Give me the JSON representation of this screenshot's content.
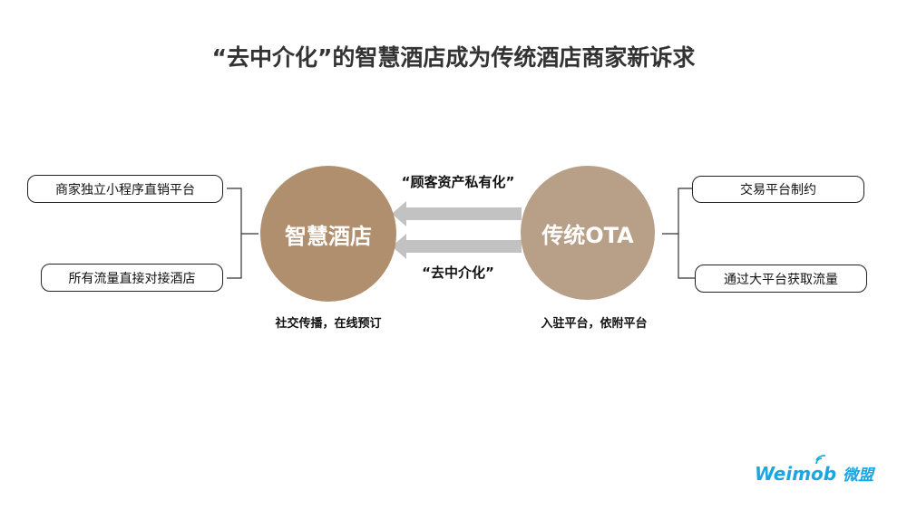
{
  "title": "“去中介化”的智慧酒店成为传统酒店商家新诉求",
  "left": {
    "circle_label": "智慧酒店",
    "items": [
      "商家独立小程序直销平台",
      "所有流量直接对接酒店"
    ],
    "caption": "社交传播，在线预订",
    "color": "#b08f6e"
  },
  "right": {
    "circle_label": "传统OTA",
    "items": [
      "交易平台制约",
      "通过大平台获取流量"
    ],
    "caption": "入驻平台，依附平台",
    "color": "#b8a088"
  },
  "arrows": {
    "top_label": "“顾客资产私有化”",
    "bottom_label": "“去中介化”"
  },
  "logo": {
    "text": "Weimob",
    "cn": "微盟"
  }
}
